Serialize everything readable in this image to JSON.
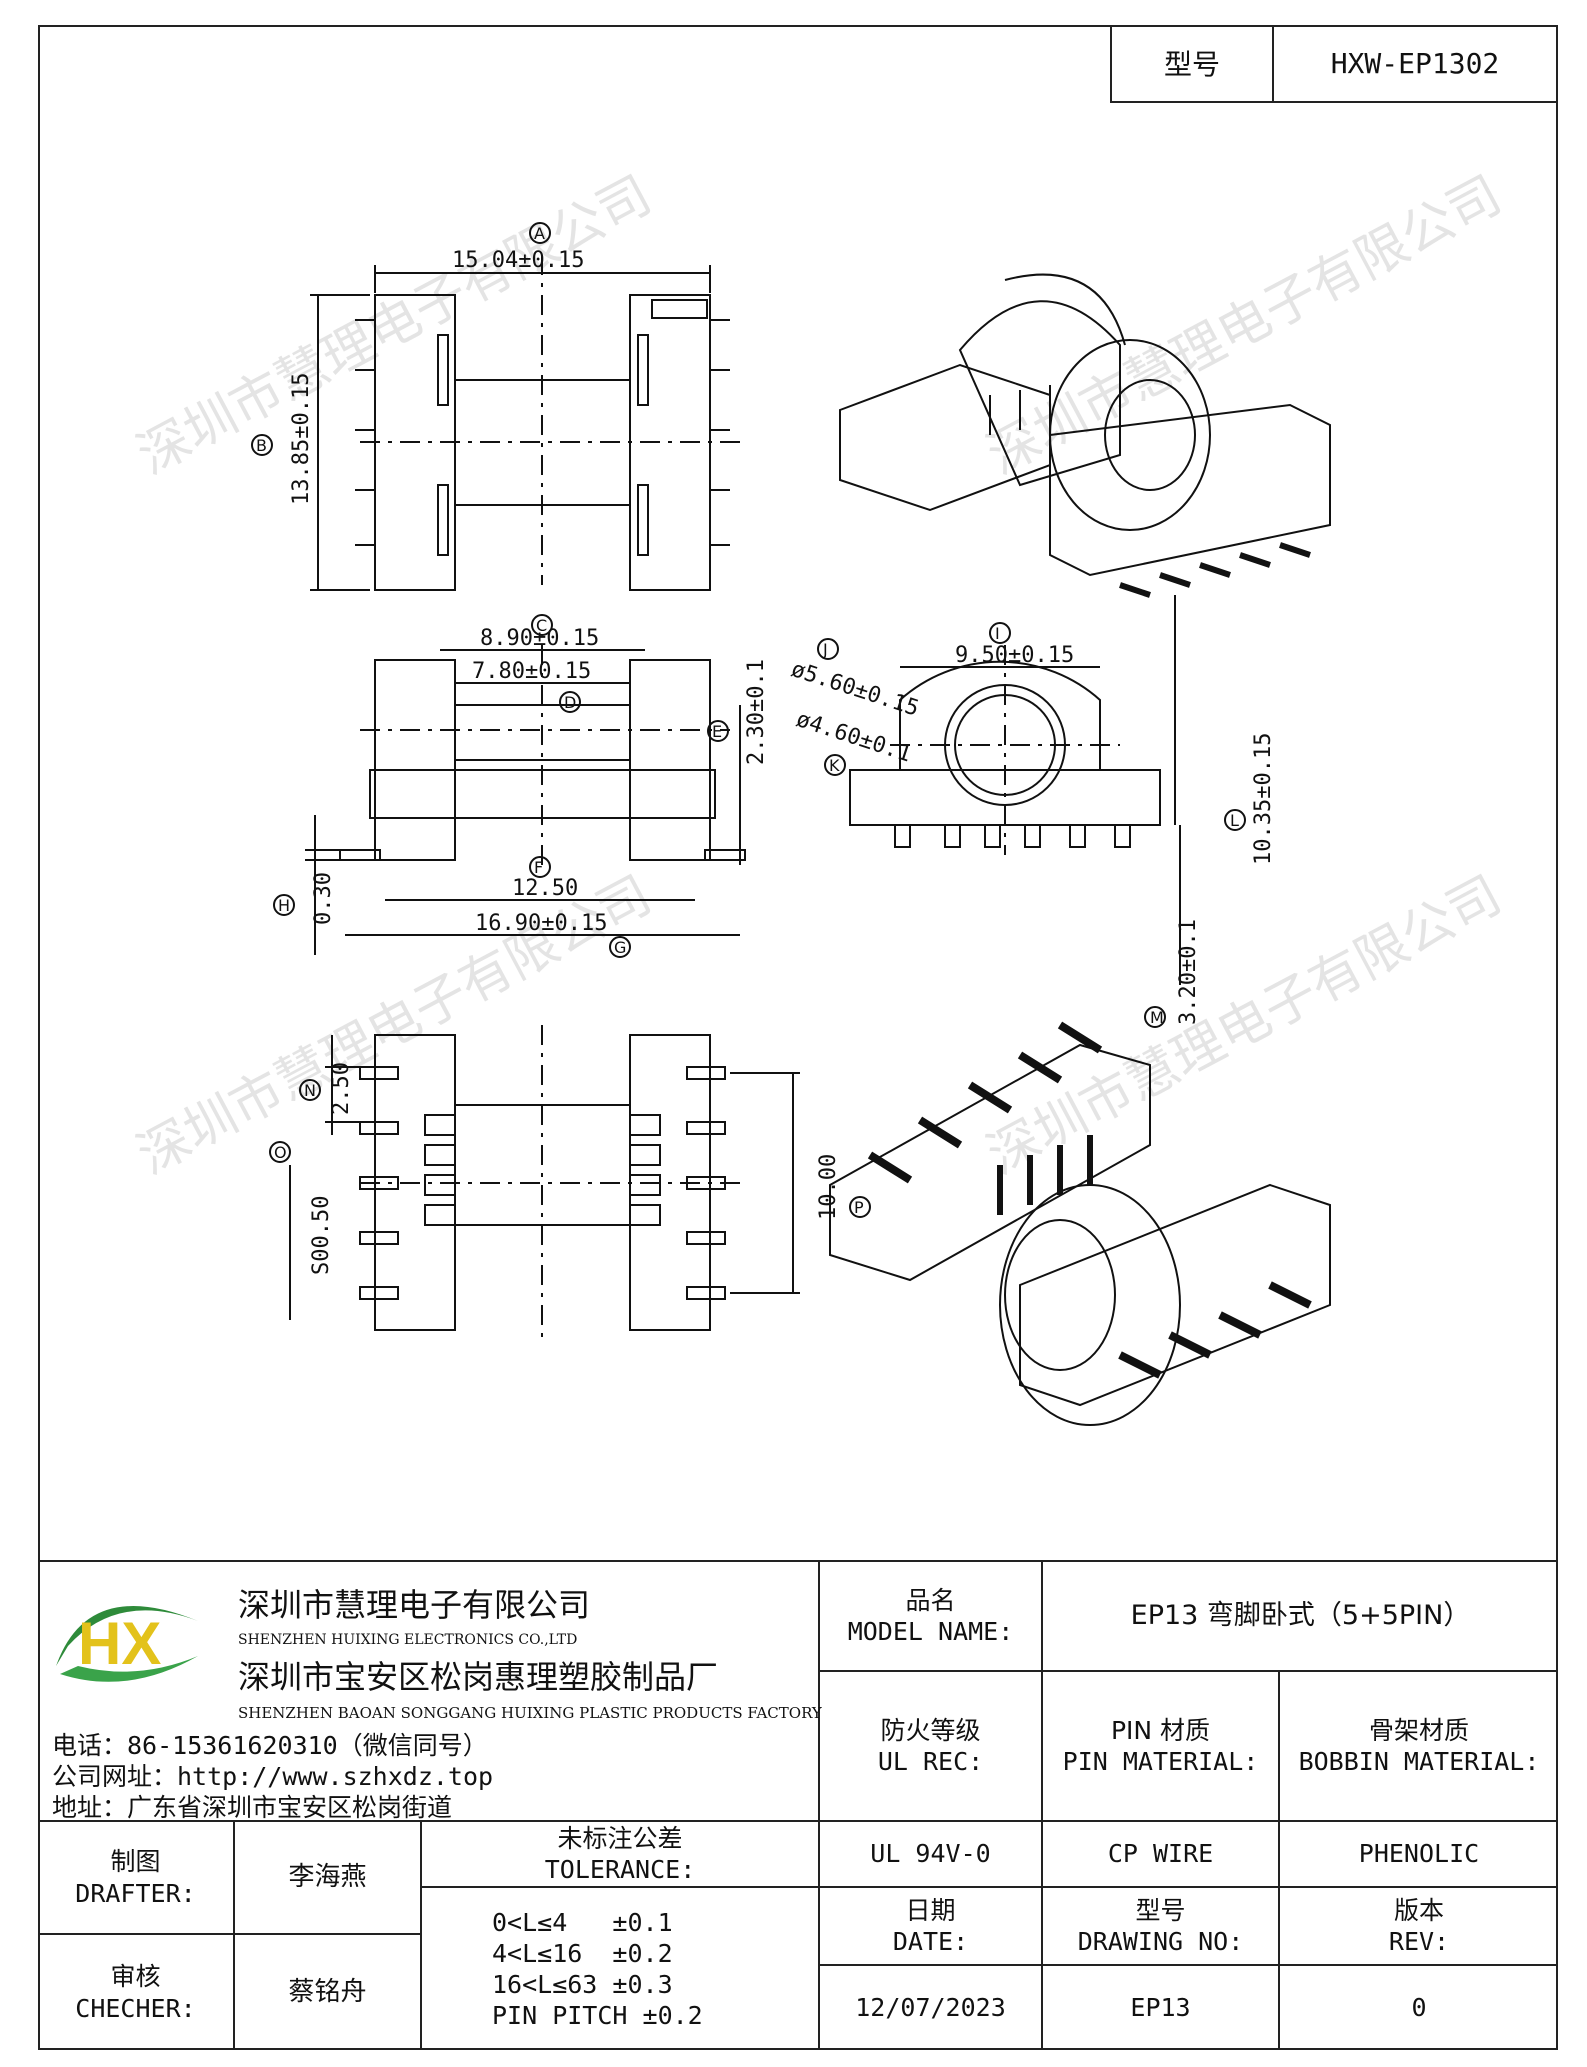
{
  "header": {
    "model_label": "型号",
    "model_value": "HXW-EP1302"
  },
  "drawing": {
    "watermark": "深圳市慧理电子有限公司",
    "dims": {
      "a": "15.04±0.15",
      "b": "13.85±0.15",
      "c": "8.90±0.15",
      "d": "7.80±0.15",
      "e": "2.30±0.1",
      "f": "12.50",
      "g": "16.90±0.15",
      "h": "0.30",
      "i": "9.50±0.15",
      "j": "ø5.60±0.15",
      "k": "ø4.60±0.1",
      "l": "10.35±0.15",
      "m": "3.20±0.1",
      "n": "2.50",
      "o": "S00.50",
      "p": "10.00"
    },
    "labels": {
      "A": "A",
      "B": "B",
      "C": "C",
      "D": "D",
      "E": "E",
      "F": "F",
      "G": "G",
      "H": "H",
      "I": "I",
      "J": "J",
      "K": "K",
      "L": "L",
      "M": "M",
      "N": "N",
      "O": "O",
      "P": "P"
    }
  },
  "company": {
    "logo": "HX",
    "name_cn": "深圳市慧理电子有限公司",
    "name_en": "SHENZHEN HUIXING ELECTRONICS CO.,LTD",
    "factory_cn": "深圳市宝安区松岗惠理塑胶制品厂",
    "factory_en": "SHENZHEN BAOAN SONGGANG HUIXING PLASTIC PRODUCTS FACTORY",
    "phone": "电话：86-15361620310（微信同号）",
    "website": "公司网址：http://www.szhxdz.top",
    "address": "地址：广东省深圳市宝安区松岗街道"
  },
  "titleblock": {
    "model_name_cn": "品名",
    "model_name_en": "MODEL NAME:",
    "model_name_value": "EP13 弯脚卧式（5+5PIN）",
    "ul_cn": "防火等级",
    "ul_en": "UL REC:",
    "ul_value": "UL 94V-0",
    "pin_cn": "PIN 材质",
    "pin_en": "PIN MATERIAL:",
    "pin_value": "CP WIRE",
    "bobbin_cn": "骨架材质",
    "bobbin_en": "BOBBIN MATERIAL:",
    "bobbin_value": "PHENOLIC",
    "drafter_cn": "制图",
    "drafter_en": "DRAFTER:",
    "drafter_value": "李海燕",
    "checker_cn": "审核",
    "checker_en": "CHECHER:",
    "checker_value": "蔡铭舟",
    "tolerance_cn": "未标注公差",
    "tolerance_en": "TOLERANCE:",
    "tolerance_lines": [
      "0<L≤4   ±0.1",
      "4<L≤16  ±0.2",
      "16<L≤63 ±0.3",
      "PIN PITCH ±0.2"
    ],
    "date_cn": "日期",
    "date_en": "DATE:",
    "date_value": "12/07/2023",
    "drawing_no_cn": "型号",
    "drawing_no_en": "DRAWING NO:",
    "drawing_no_value": "EP13",
    "rev_cn": "版本",
    "rev_en": "REV:",
    "rev_value": "0"
  }
}
